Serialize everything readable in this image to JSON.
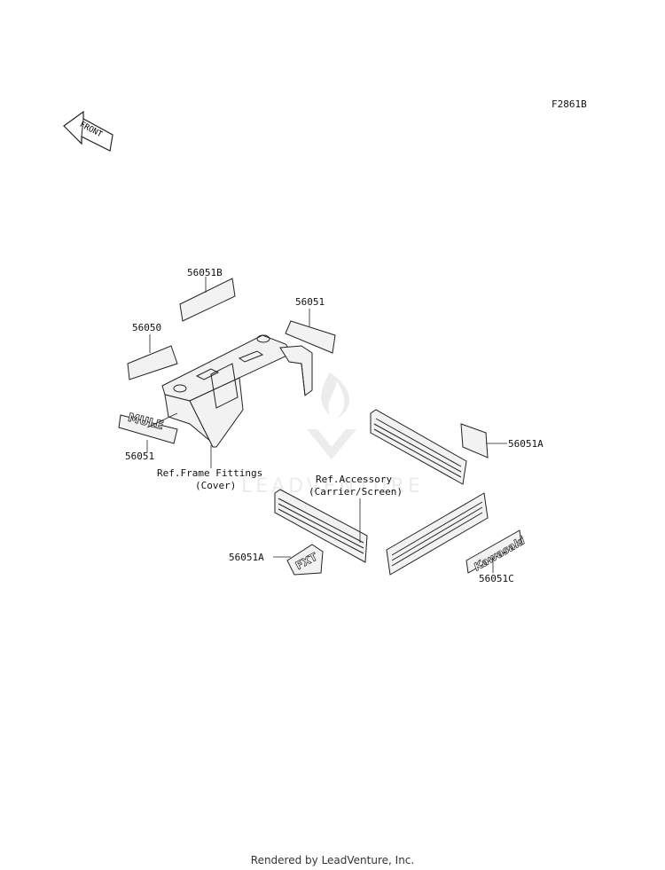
{
  "figure_code": "F2861B",
  "front_arrow_text": "FRONT",
  "watermark_text": "LEADVENTURE",
  "parts": {
    "p56051B": "56051B",
    "p56051_top": "56051",
    "p56050": "56050",
    "p56051_left": "56051",
    "p56051A_right": "56051A",
    "p56051A_lower": "56051A",
    "p56051C": "56051C"
  },
  "decals": {
    "mule": "MULE",
    "fxt": "FXT",
    "kawasaki": "Kawasaki"
  },
  "references": {
    "frame_line1": "Ref.Frame Fittings",
    "frame_line2": "(Cover)",
    "accessory_line1": "Ref.Accessory",
    "accessory_line2": "(Carrier/Screen)"
  },
  "footer": "Rendered by LeadVenture, Inc."
}
